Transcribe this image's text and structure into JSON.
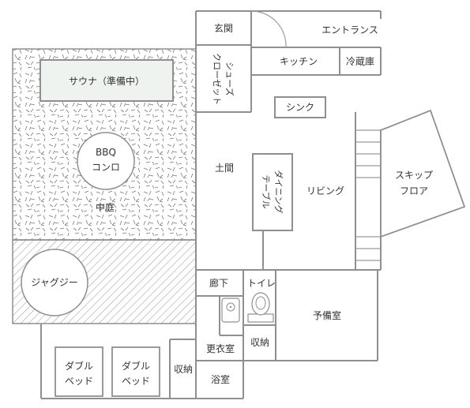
{
  "rooms": {
    "genkan": "玄関",
    "entrance": "エントランス",
    "kitchen": "キッチン",
    "fridge": "冷蔵庫",
    "shoes_closet": [
      "シューズ",
      "クローゼット"
    ],
    "sauna": "サウナ（準備中）",
    "bbq": [
      "BBQ",
      "コンロ"
    ],
    "courtyard": "中庭",
    "sink": "シンク",
    "doma": "土間",
    "dining_table": [
      "ダイニング",
      "テーブル"
    ],
    "living": "リビング",
    "skip_floor": [
      "スキップ",
      "フロア"
    ],
    "jacuzzi": "ジャグジー",
    "corridor": "廊下",
    "toilet": "トイレ",
    "spare_room": "予備室",
    "dressing_room": "更衣室",
    "storage_1": "収納",
    "storage_2": "収納",
    "bath": "浴室",
    "double_bed_1": [
      "ダブル",
      "ベッド"
    ],
    "double_bed_2": [
      "ダブル",
      "ベッド"
    ]
  },
  "colors": {
    "wall": "#8f8f8f",
    "sauna_fill": "#eef3ef",
    "gravel": "#777777",
    "hatch": "#8a8a8a"
  }
}
